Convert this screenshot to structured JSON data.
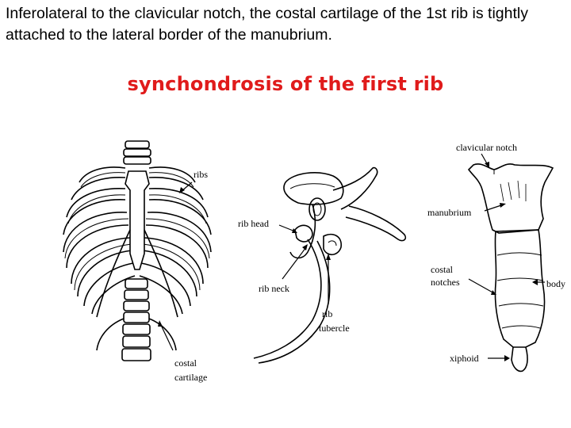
{
  "slide": {
    "paragraph": "Inferolateral to the clavicular notch, the costal cartilage of the 1st rib is tightly attached to the lateral border of the manubrium.",
    "heading": "synchondrosis of the first rib"
  },
  "figures": {
    "ribcage": {
      "labels": {
        "ribs": "ribs",
        "costal_line1": "costal",
        "costal_line2": "cartilage"
      }
    },
    "rib_vertebra": {
      "labels": {
        "rib_head": "rib head",
        "rib_neck": "rib neck",
        "rib_tubercle_line1": "rib",
        "rib_tubercle_line2": "tubercle"
      }
    },
    "sternum": {
      "labels": {
        "clavicular_notch": "clavicular notch",
        "manubrium": "manubrium",
        "costal_notches_line1": "costal",
        "costal_notches_line2": "notches",
        "body": "body",
        "xiphoid": "xiphoid"
      }
    }
  }
}
